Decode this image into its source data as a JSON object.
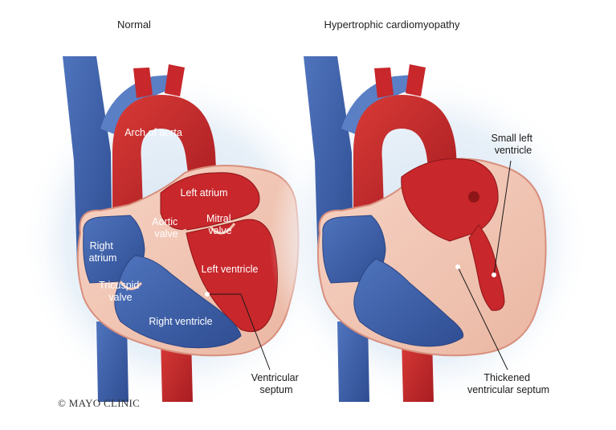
{
  "headings": {
    "normal": "Normal",
    "hcm": "Hypertrophic cardiomyopathy"
  },
  "normal_labels": {
    "arch_of_aorta": "Arch of aorta",
    "left_atrium": "Left atrium",
    "aortic_valve": [
      "Aortic",
      "valve"
    ],
    "mitral_valve": [
      "Mitral",
      "valve"
    ],
    "right_atrium": [
      "Right",
      "atrium"
    ],
    "left_ventricle": "Left ventricle",
    "tricuspid_valve": [
      "Tricuspid",
      "valve"
    ],
    "right_ventricle": "Right ventricle",
    "ventricular_septum": [
      "Ventricular",
      "septum"
    ]
  },
  "hcm_labels": {
    "small_left_ventricle": [
      "Small left",
      "ventricle"
    ],
    "thickened_septum": [
      "Thickened",
      "ventricular septum"
    ]
  },
  "copyright": "© MAYO CLINIC",
  "colors": {
    "red": "#c8272b",
    "red_dark": "#8e1518",
    "blue": "#3e5fa8",
    "blue_dark": "#2a4483",
    "muscle": "#f2c4b3",
    "muscle_edge": "#d88f7d",
    "shadow": "#cfe0ef"
  }
}
